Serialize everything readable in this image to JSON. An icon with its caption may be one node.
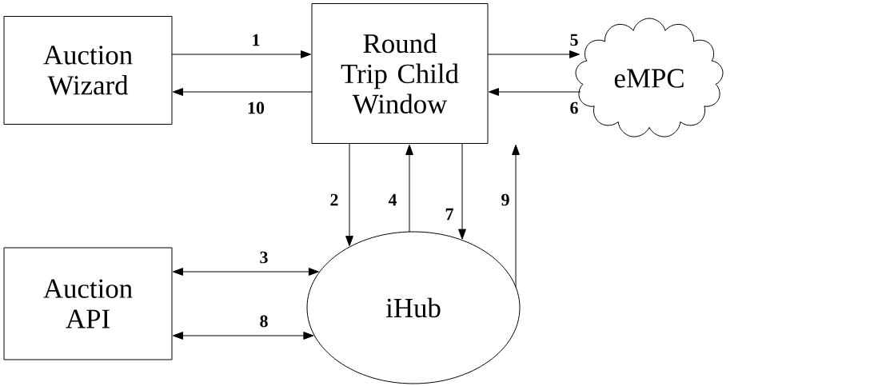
{
  "diagram": {
    "nodes": [
      {
        "text": [
          "Auction Wizard"
        ]
      },
      {
        "text": [
          "Round Trip Child Window"
        ]
      },
      {
        "text": [
          "eMPC"
        ]
      },
      {
        "text": [
          "Auction API"
        ]
      },
      {
        "text": [
          "iHub"
        ]
      }
    ],
    "edges": [
      {
        "from": 0,
        "to": 1,
        "arrow": "to",
        "label": "1"
      },
      {
        "from": 1,
        "to": 4,
        "arrow": "to",
        "label": "2"
      },
      {
        "from": 3,
        "to": 4,
        "arrow": "both",
        "label": "3"
      },
      {
        "from": 4,
        "to": 1,
        "arrow": "to",
        "label": "4"
      },
      {
        "from": 1,
        "to": 2,
        "arrow": "to",
        "label": "5"
      },
      {
        "from": 2,
        "to": 1,
        "arrow": "to",
        "label": "6"
      },
      {
        "from": 1,
        "to": 4,
        "arrow": "to",
        "label": "7"
      },
      {
        "from": 3,
        "to": 4,
        "arrow": "both",
        "label": "8"
      },
      {
        "from": 4,
        "to": 1,
        "arrow": "to",
        "label": "9"
      },
      {
        "from": 1,
        "to": 0,
        "arrow": "to",
        "label": "10"
      }
    ]
  }
}
